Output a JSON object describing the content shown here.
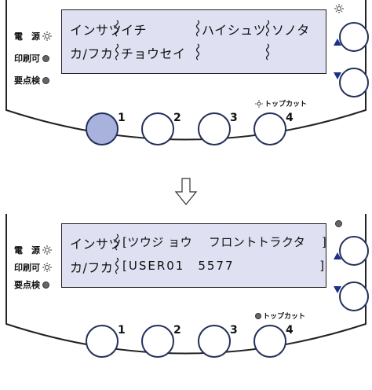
{
  "colors": {
    "panel_stroke": "#222222",
    "lcd_bg": "#dfe0f2",
    "button_border": "#23305a",
    "button_active": "#a9b2dc",
    "triangle": "#1c2f8c"
  },
  "top_panel": {
    "indicators": {
      "power": "電　源",
      "ready": "印刷可",
      "check": "要点検"
    },
    "lcd": {
      "line1": [
        "インサツ",
        "イチ",
        "ハイシュツ",
        "ソノタ"
      ],
      "line2": [
        "カ/フカ",
        "チョウセイ"
      ]
    },
    "buttons": [
      "1",
      "2",
      "3",
      "4"
    ],
    "top_cut_label": "トップカット",
    "icons": {
      "power": "sun-icon",
      "ready": "dot-icon",
      "check": "dot-icon",
      "nav_light": "sun-icon",
      "top_cut": "sun-icon"
    }
  },
  "bottom_panel": {
    "indicators": {
      "power": "電　源",
      "ready": "印刷可",
      "check": "要点検"
    },
    "lcd": {
      "line1": {
        "label": "インサツ",
        "value": "[ツウジ ョウ　 フロントトラクタ　 ]"
      },
      "line2": {
        "label": "カ/フカ",
        "value": "[USER01　5577　　　　　　 ]"
      }
    },
    "buttons": [
      "1",
      "2",
      "3",
      "4"
    ],
    "top_cut_label": "トップカット",
    "icons": {
      "power": "sun-icon",
      "ready": "sun-icon",
      "check": "dot-icon",
      "nav_light": "dot-icon",
      "top_cut": "dot-icon"
    }
  },
  "arrow": "down-arrow-icon"
}
